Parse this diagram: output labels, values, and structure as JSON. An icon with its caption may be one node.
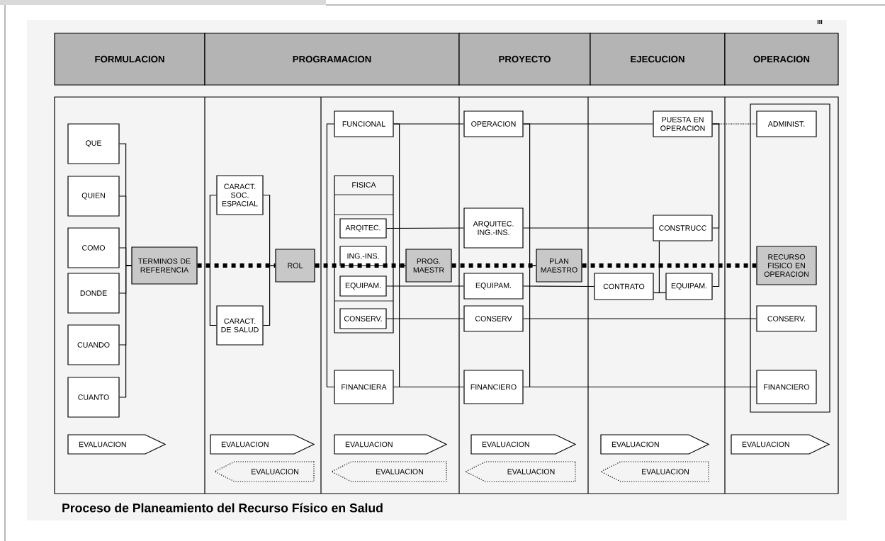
{
  "diagram": {
    "caption": "Proceso de Planeamiento del Recurso Físico en Salud",
    "nodes": [
      {
        "text": [
          "FORMULACION"
        ]
      },
      {
        "text": [
          "PROGRAMACION"
        ]
      },
      {
        "text": [
          "PROYECTO"
        ]
      },
      {
        "text": [
          "EJECUCION"
        ]
      },
      {
        "text": [
          "OPERACION"
        ]
      },
      {
        "text": [
          "QUE"
        ]
      },
      {
        "text": [
          "QUIEN"
        ]
      },
      {
        "text": [
          "COMO"
        ]
      },
      {
        "text": [
          "DONDE"
        ]
      },
      {
        "text": [
          "CUANDO"
        ]
      },
      {
        "text": [
          "CUANTO"
        ]
      },
      {
        "text": [
          "TERMINOS DE REFERENCIA"
        ]
      },
      {
        "text": [
          "CARACT. SOC. ESPACIAL"
        ]
      },
      {
        "text": [
          "ROL"
        ]
      },
      {
        "text": [
          "CARACT. DE SALUD"
        ]
      },
      {
        "text": [
          "FUNCIONAL"
        ]
      },
      {
        "text": [
          "FISICA"
        ]
      },
      {
        "text": [
          "ARQITEC."
        ],
        "in": 16
      },
      {
        "text": [
          "ING.-INS."
        ],
        "in": 16
      },
      {
        "text": [
          "EQUIPAM."
        ],
        "in": 16
      },
      {
        "text": [
          "CONSERV."
        ],
        "in": 16
      },
      {
        "text": [
          "FINANCIERA"
        ]
      },
      {
        "text": [
          "PROG. MAESTR"
        ]
      },
      {
        "text": [
          "OPERACION"
        ]
      },
      {
        "text": [
          "ARQUITEC. ING.-INS."
        ]
      },
      {
        "text": [
          "EQUIPAM."
        ]
      },
      {
        "text": [
          "CONSERV"
        ]
      },
      {
        "text": [
          "FINANCIERO"
        ]
      },
      {
        "text": [
          "PLAN MAESTRO"
        ]
      },
      {
        "text": [
          "PUESTA EN OPERACION"
        ]
      },
      {
        "text": [
          "CONSTRUCC"
        ]
      },
      {
        "text": [
          "CONTRATO"
        ]
      },
      {
        "text": [
          "EQUIPAM."
        ]
      },
      {
        "text": [],
        "shape": "box"
      },
      {
        "text": [
          "ADMINIST."
        ],
        "in": 33
      },
      {
        "text": [
          "RECURSO FISICO EN OPERACION"
        ],
        "in": 33
      },
      {
        "text": [
          "CONSERV."
        ],
        "in": 33
      },
      {
        "text": [
          "FINANCIERO"
        ],
        "in": 33
      },
      {
        "text": [
          "EVALUACION"
        ]
      },
      {
        "text": [
          "EVALUACION"
        ]
      },
      {
        "text": [
          "EVALUACION"
        ]
      },
      {
        "text": [
          "EVALUACION"
        ]
      },
      {
        "text": [
          "EVALUACION"
        ]
      },
      {
        "text": [
          "EVALUACION"
        ]
      },
      {
        "text": [
          "EVALUACION"
        ]
      },
      {
        "text": [
          "EVALUACION"
        ]
      },
      {
        "text": [
          "EVALUACION"
        ]
      },
      {
        "text": [
          "EVALUACION"
        ]
      }
    ],
    "edges": [
      {
        "from": 5,
        "to": 11,
        "arrow": "none"
      },
      {
        "from": 6,
        "to": 11,
        "arrow": "none"
      },
      {
        "from": 7,
        "to": 11,
        "arrow": "none"
      },
      {
        "from": 8,
        "to": 11,
        "arrow": "none"
      },
      {
        "from": 9,
        "to": 11,
        "arrow": "none"
      },
      {
        "from": 10,
        "to": 11,
        "arrow": "none"
      },
      {
        "from": 11,
        "to": 13,
        "arrow": "none",
        "style": "dashed"
      },
      {
        "from": 12,
        "to": 14,
        "arrow": "none"
      },
      {
        "from": 12,
        "to": 13,
        "arrow": "none"
      },
      {
        "from": 14,
        "to": 13,
        "arrow": "none"
      },
      {
        "from": 13,
        "to": 22,
        "arrow": "none",
        "style": "dashed"
      },
      {
        "from": 15,
        "to": 21,
        "arrow": "none"
      },
      {
        "from": 15,
        "to": 22,
        "arrow": "none"
      },
      {
        "from": 21,
        "to": 22,
        "arrow": "none"
      },
      {
        "from": 15,
        "to": 23,
        "arrow": "none"
      },
      {
        "from": 17,
        "to": 24,
        "arrow": "none"
      },
      {
        "from": 19,
        "to": 25,
        "arrow": "none"
      },
      {
        "from": 20,
        "to": 26,
        "arrow": "none"
      },
      {
        "from": 21,
        "to": 27,
        "arrow": "none"
      },
      {
        "from": 22,
        "to": 28,
        "arrow": "none",
        "style": "dashed"
      },
      {
        "from": 23,
        "to": 28,
        "arrow": "none"
      },
      {
        "from": 27,
        "to": 28,
        "arrow": "none"
      },
      {
        "from": 23,
        "to": 29,
        "arrow": "none"
      },
      {
        "from": 24,
        "to": 30,
        "arrow": "none"
      },
      {
        "from": 25,
        "to": 31,
        "arrow": "none"
      },
      {
        "from": 26,
        "to": 36,
        "arrow": "none"
      },
      {
        "from": 27,
        "to": 37,
        "arrow": "none"
      },
      {
        "from": 28,
        "to": 35,
        "arrow": "none",
        "style": "dashed"
      },
      {
        "from": 30,
        "to": 32,
        "arrow": "none"
      },
      {
        "from": 31,
        "to": 32,
        "arrow": "none"
      },
      {
        "from": 29,
        "to": 30,
        "arrow": "none"
      },
      {
        "from": 29,
        "to": 32,
        "arrow": "none"
      },
      {
        "from": 29,
        "to": 34,
        "arrow": "none",
        "style": "dashed"
      }
    ],
    "labels": [
      "III"
    ]
  }
}
